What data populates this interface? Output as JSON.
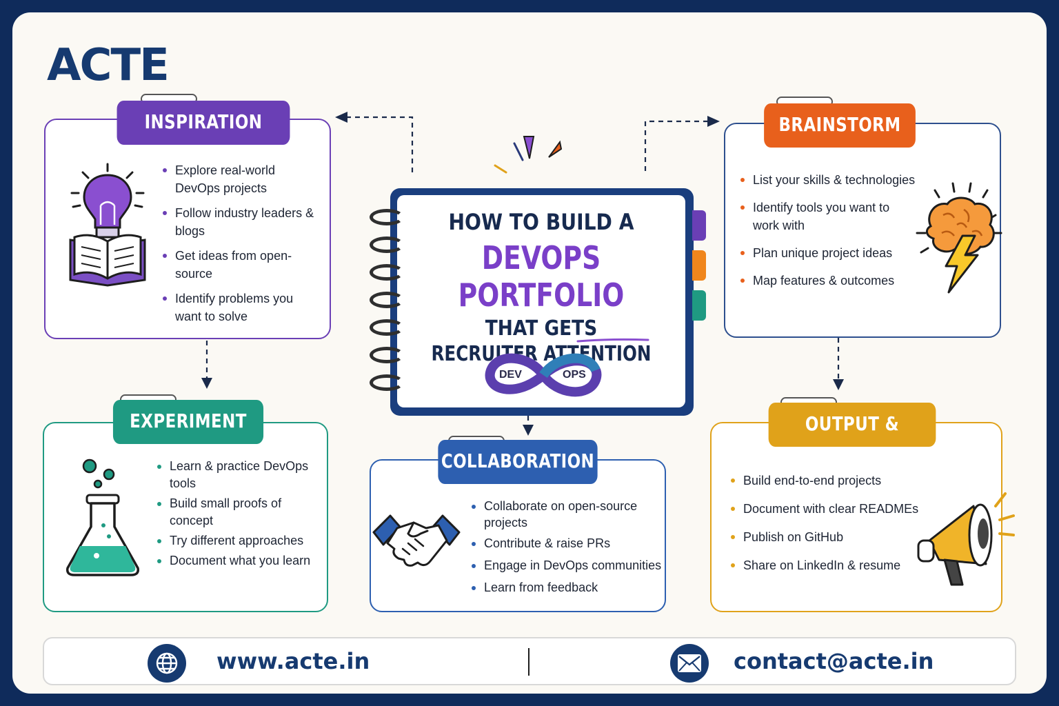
{
  "brand": {
    "logo": "ACTE"
  },
  "center": {
    "line1": "HOW TO BUILD A",
    "line2": "DEVOPS PORTFOLIO",
    "line3": "THAT GETS",
    "line4": "RECRUITER ATTENTION",
    "badge_left": "DEV",
    "badge_right": "OPS"
  },
  "cards": {
    "inspiration": {
      "title": "INSPIRATION SOURCE",
      "color": "#6a3fb5",
      "items": [
        "Explore real-world DevOps projects",
        "Follow industry leaders & blogs",
        "Get ideas from open-source",
        "Identify problems you want to solve"
      ]
    },
    "brainstorm": {
      "title": "BRAINSTORM",
      "color": "#e8601c",
      "items": [
        "List your skills & technologies",
        "Identify tools you want to work with",
        "Plan unique project ideas",
        "Map features & outcomes"
      ]
    },
    "experiment": {
      "title": "EXPERIMENT",
      "color": "#1f9a82",
      "items": [
        "Learn & practice DevOps tools",
        "Build small proofs of concept",
        "Try different approaches",
        "Document what you learn"
      ]
    },
    "collaboration": {
      "title": "COLLABORATION",
      "color": "#2d5fb0",
      "items": [
        "Collaborate on open-source projects",
        "Contribute & raise PRs",
        "Engage in DevOps communities",
        "Learn from feedback"
      ]
    },
    "output": {
      "title": "OUTPUT & SHARING",
      "color": "#e0a21a",
      "items": [
        "Build end-to-end projects",
        "Document with clear READMEs",
        "Publish on GitHub",
        "Share on LinkedIn & resume"
      ]
    }
  },
  "footer": {
    "website": "www.acte.in",
    "email": "contact@acte.in"
  }
}
